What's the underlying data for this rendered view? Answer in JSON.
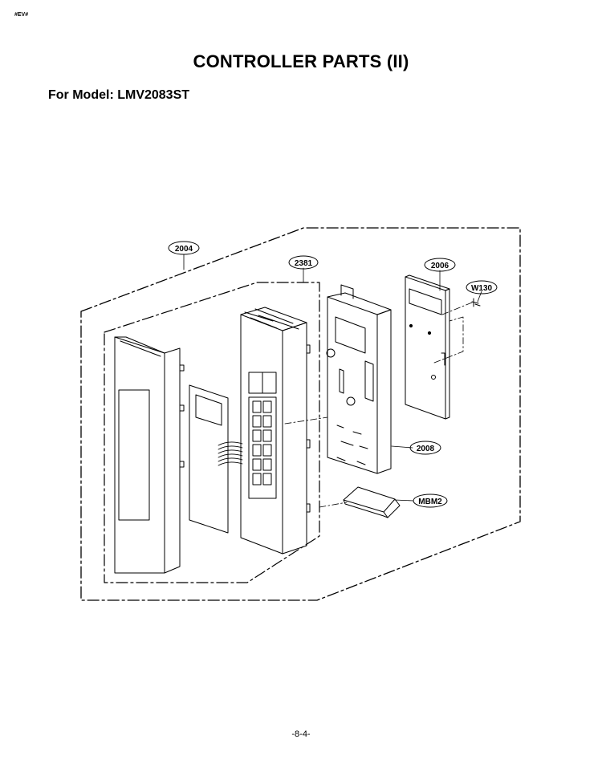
{
  "header": {
    "corner_tag": "#EV#"
  },
  "title": "CONTROLLER PARTS (II)",
  "model_line": "For Model: LMV2083ST",
  "callouts": {
    "c2004": "2004",
    "c2381": "2381",
    "c2006": "2006",
    "cW130": "W130",
    "c2008": "2008",
    "cMBM2": "MBM2"
  },
  "footer": {
    "page_number": "-8-4-"
  }
}
